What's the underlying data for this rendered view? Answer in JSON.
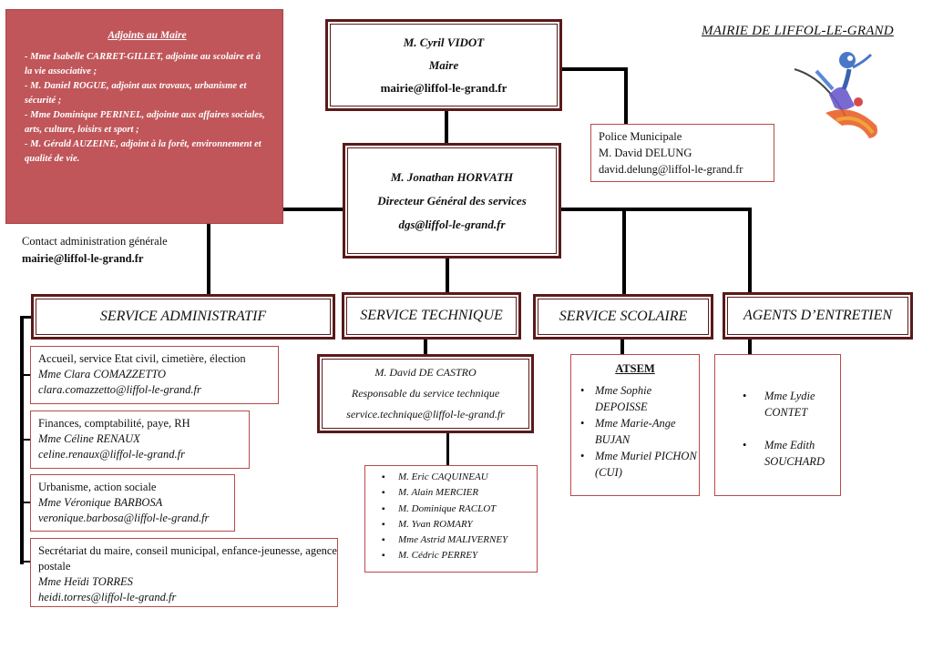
{
  "header": {
    "title": "MAIRIE DE LIFFOL-LE-GRAND",
    "logo_icon": "figure-mascot-icon"
  },
  "adjoints": {
    "title": "Adjoints au Maire",
    "items": [
      "- Mme Isabelle CARRET-GILLET, adjointe au scolaire et à la vie associative ;",
      "- M. Daniel ROGUE, adjoint aux travaux, urbanisme et sécurité ;",
      "- Mme Dominique PERINEL, adjointe aux affaires sociales, arts, culture, loisirs et sport ;",
      "- M. Gérald AUZEINE, adjoint à la forêt, environnement et qualité de vie."
    ],
    "color": "#c0565a"
  },
  "maire": {
    "name": "M. Cyril VIDOT",
    "role": "Maire",
    "email": "mairie@liffol-le-grand.fr"
  },
  "police": {
    "title": "Police Municipale",
    "name": "M. David DELUNG",
    "email": "david.delung@liffol-le-grand.fr"
  },
  "dgs": {
    "name": "M. Jonathan HORVATH",
    "role": "Directeur Général des services",
    "email": "dgs@liffol-le-grand.fr"
  },
  "contact": {
    "label": "Contact administration générale",
    "email": "mairie@liffol-le-grand.fr"
  },
  "services": {
    "admin": "SERVICE ADMINISTRATIF",
    "tech": "SERVICE TECHNIQUE",
    "scol": "SERVICE SCOLAIRE",
    "ent": "AGENTS D’ENTRETIEN"
  },
  "admin_boxes": [
    {
      "role": "Accueil, service Etat civil, cimetière, élection",
      "name": "Mme Clara COMAZZETTO",
      "email": "clara.comazzetto@liffol-le-grand.fr"
    },
    {
      "role": "Finances, comptabilité, paye, RH",
      "name": "Mme Céline RENAUX",
      "email": "celine.renaux@liffol-le-grand.fr"
    },
    {
      "role": "Urbanisme, action sociale",
      "name": "Mme Véronique BARBOSA",
      "email": "veronique.barbosa@liffol-le-grand.fr"
    },
    {
      "role": "Secrétariat du maire, conseil municipal, enfance-jeunesse, agence postale",
      "name": "Mme Heïdi TORRES",
      "email": "heidi.torres@liffol-le-grand.fr"
    }
  ],
  "tech": {
    "name": "M. David DE CASTRO",
    "role": "Responsable du service technique",
    "email": "service.technique@liffol-le-grand.fr",
    "agents": [
      "M. Eric CAQUINEAU",
      "M. Alain MERCIER",
      "M. Dominique RACLOT",
      "M. Yvan ROMARY",
      "Mme Astrid MALIVERNEY",
      "M. Cédric PERREY"
    ]
  },
  "atsem": {
    "title": "ATSEM",
    "agents": [
      "Mme Sophie DEPOISSE",
      "Mme Marie-Ange BUJAN",
      "Mme Muriel PICHON (CUI)"
    ]
  },
  "entretien": {
    "agents": [
      "Mme Lydie CONTET",
      "Mme Edith SOUCHARD"
    ]
  },
  "colors": {
    "box_border": "#5a1a1a",
    "red_border": "#b84a4a"
  }
}
